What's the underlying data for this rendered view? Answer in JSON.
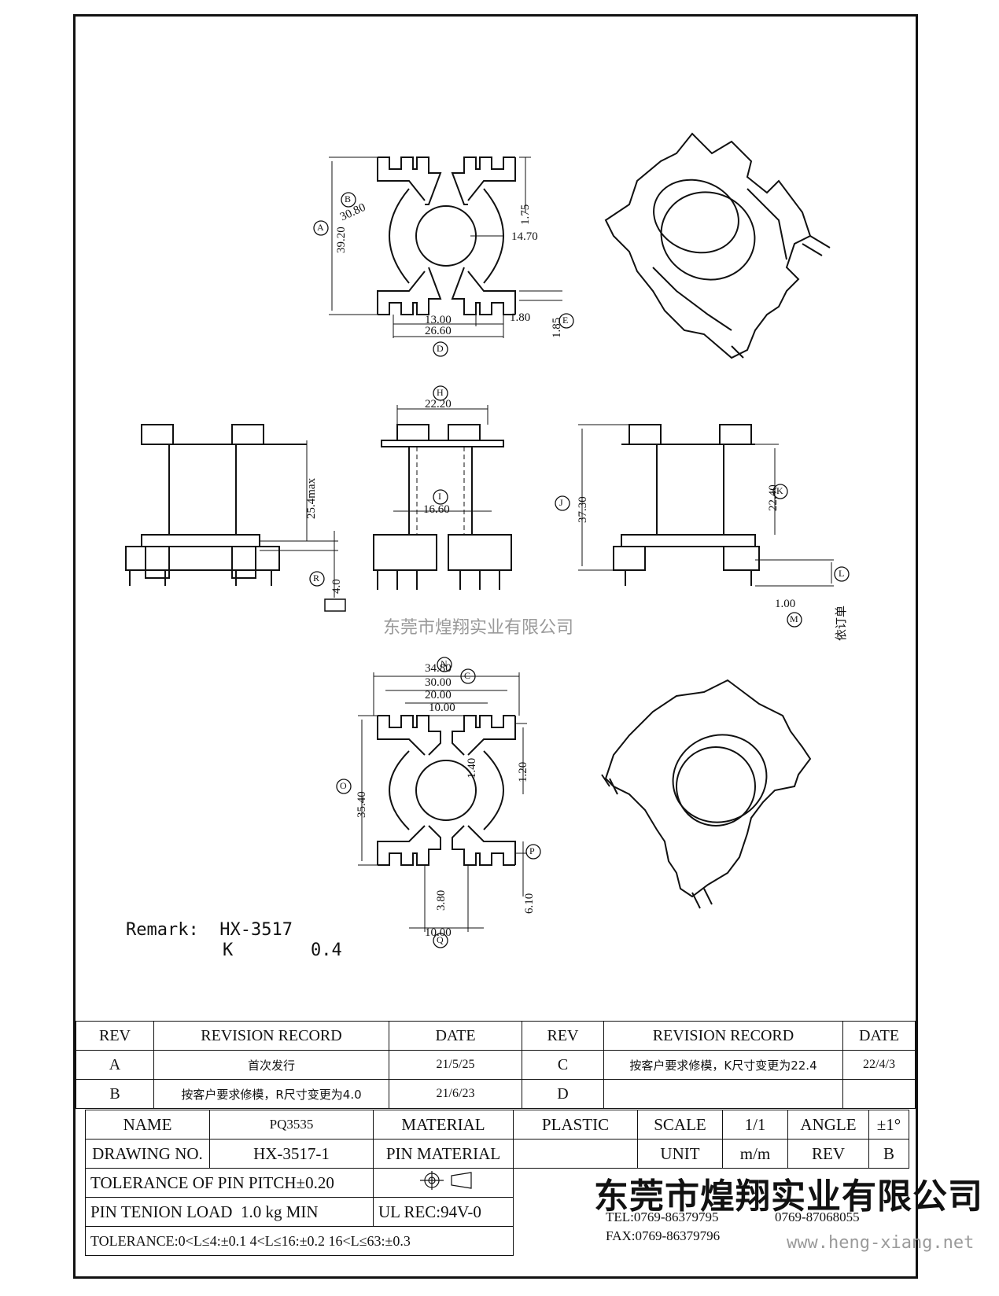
{
  "watermark": "东莞市煌翔实业有限公司",
  "watermark_url": "www.heng-xiang.net",
  "remark": {
    "label": "Remark:",
    "model": "HX-3517",
    "k": "K",
    "k_value": "0.4"
  },
  "side_note": "依订单",
  "dimensions": {
    "top_view": [
      "1.75",
      "14.70",
      "30.80",
      "39.20",
      "13.00",
      "26.60",
      "1.80",
      "1.85"
    ],
    "top_letters": [
      "A",
      "B",
      "D",
      "E"
    ],
    "front": [
      "25.4max",
      "4.0",
      "22.20",
      "16.60",
      "37.30",
      "22.40",
      "1.00"
    ],
    "front_letters": [
      "R",
      "H",
      "I",
      "J",
      "K",
      "L",
      "M"
    ],
    "bottom_view": [
      "34.80",
      "30.00",
      "20.00",
      "10.00",
      "1.40",
      "1.20",
      "35.40",
      "3.80",
      "6.10",
      "10.00"
    ],
    "bottom_letters": [
      "N",
      "C",
      "O",
      "P",
      "Q"
    ]
  },
  "revision_table": {
    "headers": [
      "REV",
      "REVISION RECORD",
      "DATE",
      "REV",
      "REVISION RECORD",
      "DATE"
    ],
    "rows": [
      [
        "A",
        "首次发行",
        "21/5/25",
        "C",
        "按客户要求修模，K尺寸变更为22.4",
        "22/4/3"
      ],
      [
        "B",
        "按客户要求修模，R尺寸变更为4.0",
        "21/6/23",
        "D",
        "",
        ""
      ]
    ]
  },
  "title_block": {
    "name_label": "NAME",
    "name": "PQ3535",
    "material_label": "MATERIAL",
    "material": "PLASTIC",
    "scale_label": "SCALE",
    "scale": "1/1",
    "angle_label": "ANGLE",
    "angle": "±1°",
    "drawing_no_label": "DRAWING NO.",
    "drawing_no": "HX-3517-1",
    "pin_material_label": "PIN MATERIAL",
    "unit_label": "UNIT",
    "unit": "m/m",
    "rev_label": "REV",
    "rev": "B",
    "tol_pitch": "TOLERANCE OF PIN PITCH±0.20",
    "pin_load_label": "PIN TENION LOAD",
    "pin_load_value": "1.0 kg MIN",
    "ul": "UL REC:94V-0",
    "tolerance": "TOLERANCE:0<L≤4:±0.1  4<L≤16:±0.2  16<L≤63:±0.3",
    "company": "东莞市煌翔实业有限公司",
    "tel_label": "TEL:",
    "tel1": "0769-86379795",
    "tel2": "0769-87068055",
    "fax_label": "FAX:",
    "fax": "0769-86379796"
  }
}
